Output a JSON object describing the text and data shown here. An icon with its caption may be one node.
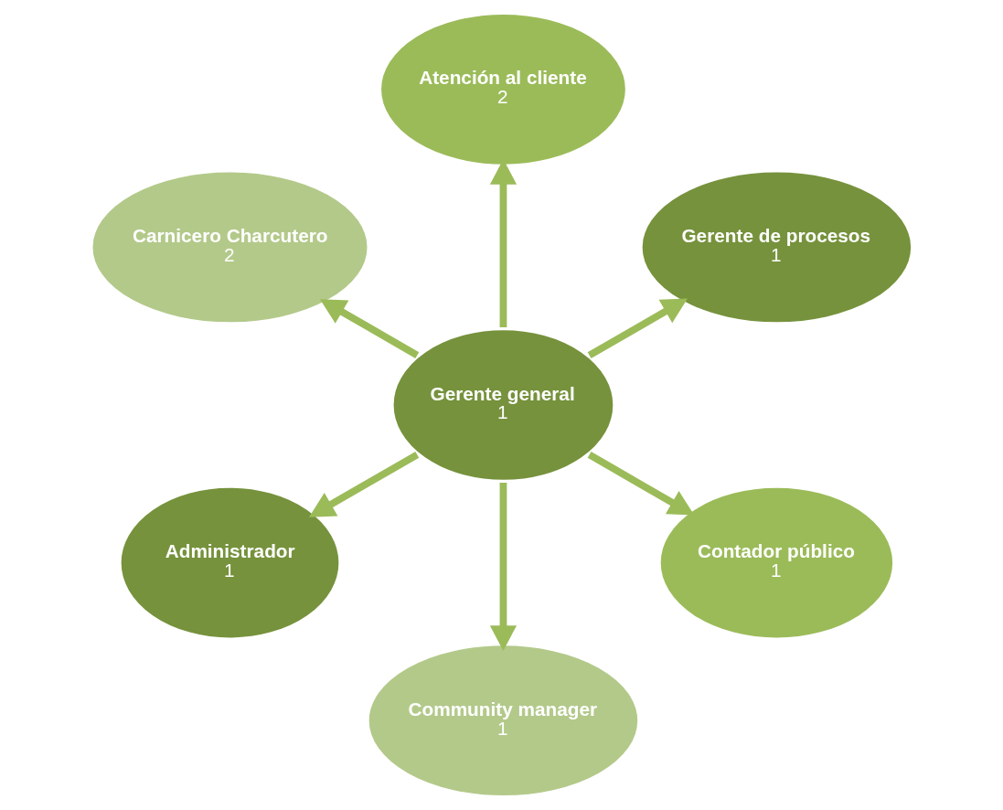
{
  "diagram": {
    "nodes": [
      {
        "text": [
          "Gerente general",
          "1"
        ]
      },
      {
        "text": [
          "Gerente de procesos",
          "1"
        ]
      },
      {
        "text": [
          "Atención al cliente",
          "2"
        ]
      },
      {
        "text": [
          "Carnicero Charcutero",
          "2"
        ]
      },
      {
        "text": [
          "Administrador",
          "1"
        ]
      },
      {
        "text": [
          "Community manager",
          "1"
        ]
      },
      {
        "text": [
          "Contador público",
          "1"
        ]
      }
    ],
    "edges": [
      {
        "from": 0,
        "to": 1,
        "arrow": "to"
      },
      {
        "from": 0,
        "to": 2,
        "arrow": "to"
      },
      {
        "from": 0,
        "to": 3,
        "arrow": "to"
      },
      {
        "from": 0,
        "to": 4,
        "arrow": "to"
      },
      {
        "from": 0,
        "to": 5,
        "arrow": "to"
      },
      {
        "from": 0,
        "to": 6,
        "arrow": "to"
      }
    ]
  }
}
